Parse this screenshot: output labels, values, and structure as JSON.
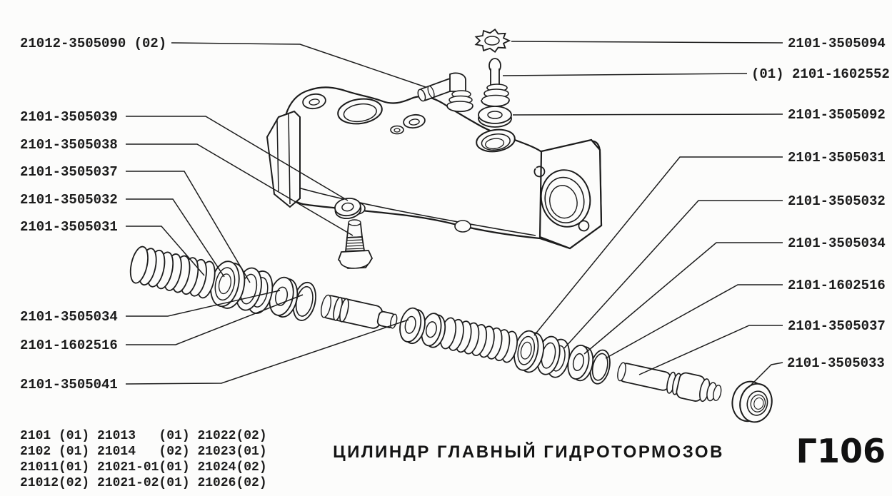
{
  "figure_code": "Г106",
  "title": "ЦИЛИНДР ГЛАВНЫЙ ГИДРОТОРМОЗОВ",
  "labels_left": [
    "21012-3505090 (02)",
    "2101-3505039",
    "2101-3505038",
    "2101-3505037",
    "2101-3505032",
    "2101-3505031",
    "2101-3505034",
    "2101-1602516",
    "2101-3505041"
  ],
  "labels_right": [
    "2101-3505094",
    "(01) 2101-1602552",
    "2101-3505092",
    "2101-3505031",
    "2101-3505032",
    "2101-3505034",
    "2101-1602516",
    "2101-3505037",
    "2101-3505033"
  ],
  "model_table": [
    "2101 (01) 21013   (01) 21022(02)",
    "2102 (01) 21014   (02) 21023(01)",
    "21011(01) 21021-01(01) 21024(02)",
    "21012(02) 21021-02(01) 21026(02)"
  ],
  "colors": {
    "ink": "#1c1c1c",
    "background": "#fcfcfb"
  }
}
